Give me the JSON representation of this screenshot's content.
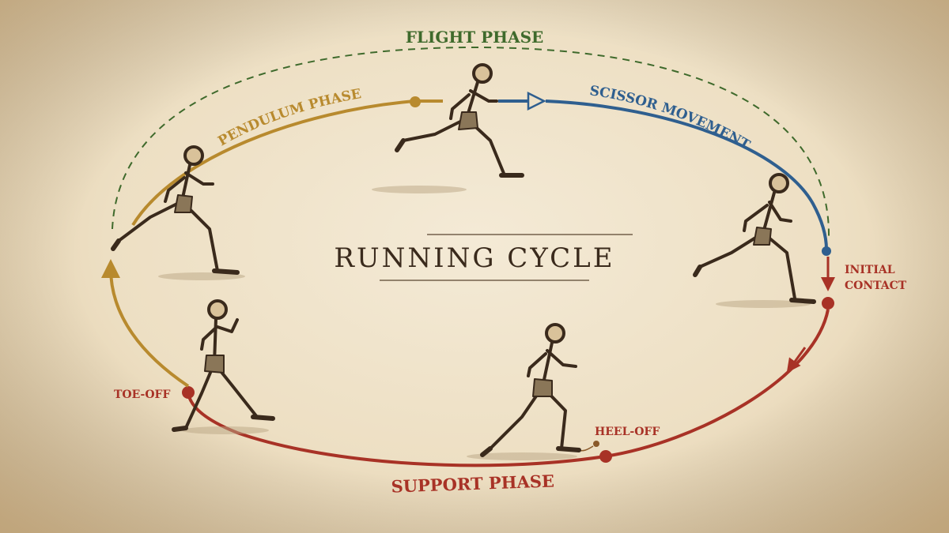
{
  "title": "RUNNING CYCLE",
  "phases": {
    "flight": "FLIGHT PHASE",
    "pendulum": "PENDULUM PHASE",
    "scissor": "SCISSOR MOVEMENT",
    "support": "SUPPORT PHASE"
  },
  "events": {
    "initial_contact_line1": "INITIAL",
    "initial_contact_line2": "CONTACT",
    "toe_off": "TOE-OFF",
    "heel_off": "HEEL-OFF"
  },
  "colors": {
    "flight": "#3f6a2c",
    "pendulum": "#b88a2e",
    "scissor": "#2f5f8f",
    "support": "#a83226",
    "ink": "#3a2a1c"
  }
}
